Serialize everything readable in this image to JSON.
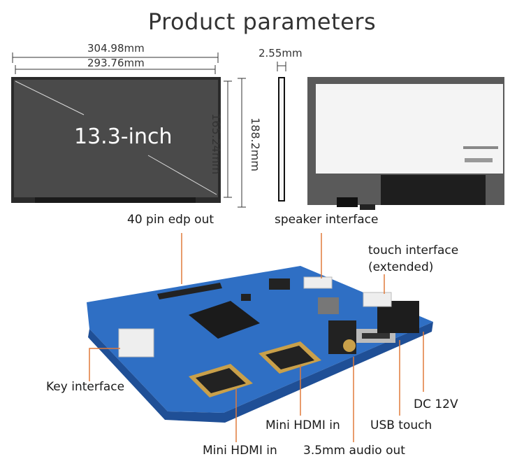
{
  "title": "Product parameters",
  "dimensions": {
    "outer_width": "304.98mm",
    "active_width": "293.76mm",
    "outer_height": "188.2mm",
    "active_height": "165.24mm",
    "thickness": "2.55mm"
  },
  "screen_size": "13.3-inch",
  "labels": {
    "edp_out": "40 pin edp out",
    "speaker": "speaker interface",
    "touch_line1": "touch interface",
    "touch_line2": "(extended)",
    "key": "Key interface",
    "dc": "DC 12V",
    "usb_touch": "USB touch",
    "mini_hdmi_1": "Mini HDMI in",
    "mini_hdmi_2": "Mini HDMI in",
    "audio_out": "3.5mm audio out"
  },
  "colors": {
    "leader_line": "#e07a3a",
    "pcb_blue": "#2f6fc4",
    "panel_dark": "#3a3a3a",
    "panel_back": "#f2f2f2"
  }
}
